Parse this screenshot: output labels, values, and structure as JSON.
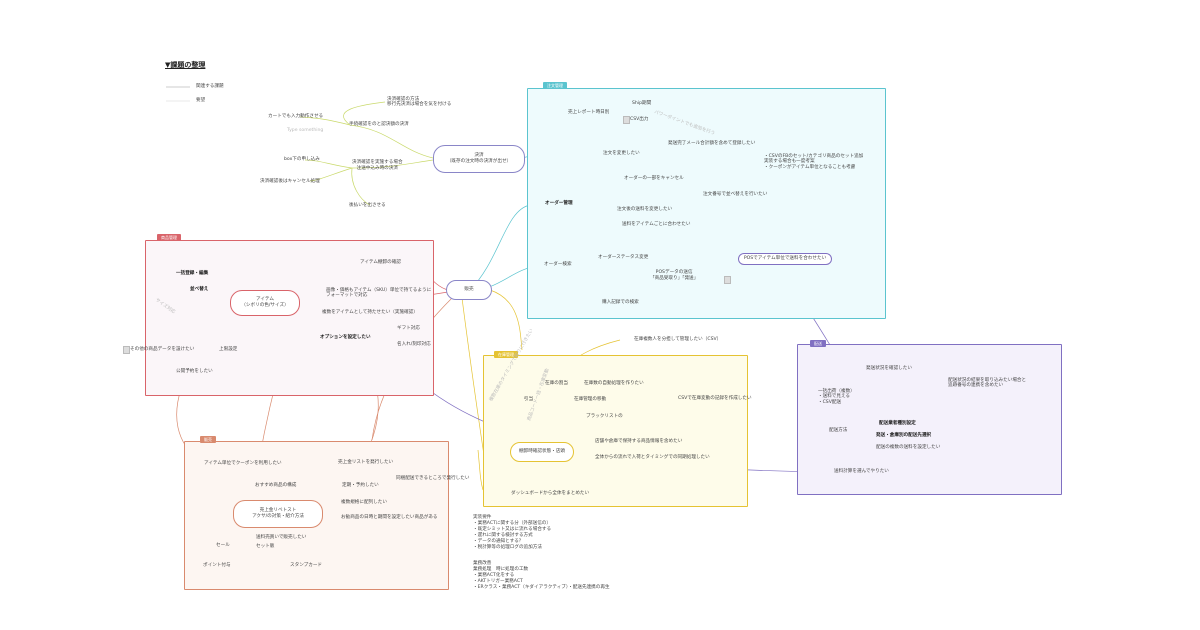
{
  "header": {
    "title": "▼課題の整理",
    "legend": [
      {
        "label": "関連する課題",
        "color": "#c8c8c8"
      },
      {
        "label": "要望",
        "color": "#e6e6e6"
      }
    ]
  },
  "frames": {
    "order": {
      "tag": "注文管理",
      "color": "#5bc4cf",
      "bg": "#eefbfd"
    },
    "product": {
      "tag": "商品管理",
      "color": "#d9646a",
      "bg": "#fbf6f9"
    },
    "inventory": {
      "tag": "在庫管理",
      "color": "#e5c333",
      "bg": "#fefcea"
    },
    "sales": {
      "tag": "販売",
      "color": "#d98a6e",
      "bg": "#fdf6f2"
    },
    "shipping": {
      "tag": "配送",
      "color": "#8070c2",
      "bg": "#f4f1fb"
    }
  },
  "hubs": {
    "payment": "決済\n（既存の注文時の決済が出せ）",
    "center": "販売",
    "item": "アイテム\n（シボリの色/サイズ）",
    "discount": "売上金リベトスト\nアクサ/の対策・紹介方法",
    "stock_count": "棚卸時確認状態・店頭"
  },
  "top_left": {
    "buy_then_explain": "決済確認の方法\n移行先決済は場合を気を付ける",
    "prepayment": "手続確認をのと認決額の決済",
    "cart": "カートでも入力動作させる",
    "consign": "Type something",
    "multi_pay": "決済確認を実施する場合\n注送中込み時の決済",
    "box": "box下の申し込み",
    "mismatch": "決済確認後はキャンセル処理",
    "pay_later": "後払いを出させる"
  },
  "order": {
    "sales_report": "売上レポート時日別",
    "ship_schedule": "Ship期間",
    "csv": "CSV出力",
    "rotated_note": "パワーポイントでも追加を行う",
    "cancel_reservation": "注文を変更したい",
    "email_cancel": "発送完了メール合計額を含めて登録したい",
    "order_mgmt": "オーダー管理",
    "order_cancel": "オーダーの一部をキャンセル",
    "partial_note": "・CSVのFBのセット/カテゴリ商品のセット追加\n実装する場合も一度考案\n・クーポンがアイテム単位となることも考慮",
    "return_handle": "注文番号で並べ替えを行いたい",
    "memo_change": "注文後の送料を変更したい",
    "item_change": "送料をアイテムごとに合わせたい",
    "pos_link": "POSでアイテム単位で送料を合わせたい",
    "order_search": "オーダー検索",
    "order_status": "オーダーステータス変更",
    "pos_note": "POSデータの送信\n「商品受取り」「発送」",
    "buyer_note": "購入記録での検索"
  },
  "product": {
    "inventory_check": "アイテム棚卸の確認",
    "bundle": "一括登録・編集",
    "reorder": "並べ替え",
    "rotated": "サイズ対応",
    "sku_note": "画像・価格もアイテム（SKU）単位で持てるように\nフォーマットで対応",
    "individual": "複数をアイテムとして持たせたい（実施確認）",
    "option": "オプションを設定したい",
    "gift": "ギフト対応",
    "name_print": "名入れ/刻印対応",
    "multi_sell": "上限設定",
    "note": "その他の商品データを設けたい",
    "schedule": "公開予約をしたい"
  },
  "sales": {
    "item_unit_coupon": "アイテム単位でクーポンを利用したい",
    "recommend": "おすすめ商品の構成",
    "popup_list": "売上金リストを発行したい",
    "stacked": "定期・予約したい",
    "stacked_note": "同梱配送できるところで発行したい",
    "bulk_edit": "複数規格に配列したい",
    "period_note": "お勧商品の日時と期間を設定したい商品がある",
    "sale": "セール",
    "set_sale": "送料売買いで販売したい",
    "set_sale2": "セット販",
    "point_issue": "ポイント付与",
    "stamp": "スタンプカード"
  },
  "inventory": {
    "ext_link": "在庫複数人を分担して管理したい（CSV）",
    "allocation": "在庫の割当",
    "restock": "引当",
    "restock_note": "在庫数の自動処理を作りたい",
    "csv_import": "CSVで在庫変動の記録を作成したい",
    "wh_list": "在庫管理の移動",
    "picklist": "ブラックリストの",
    "stock_move1": "店舗や倉庫で保持する商品情報を含めたい",
    "stock_move2": "全体からの流れで入荷とタイミングでの同期処理したい",
    "dashboard": "ダッシュボードから全体をまとめたい",
    "rot1": "複数在庫のタイミングで取りに行きたい",
    "rot2": "商品コード一括・在庫変動"
  },
  "shipping": {
    "status_change": "発送状況を確認したい",
    "list_title": "一括出荷（複数）\n・送料で見える\n・CSV配送",
    "tracking_note": "配送状況の結果を取り込みたい場合と\n追跡番号の連携を含めたい",
    "delivery_method": "配送方法",
    "method1": "配送業者種別設定",
    "method2": "発送・倉庫別の配送先選択",
    "method3": "配送の複数の送料を設定したい",
    "carrier_list": "送料計算を選んでやりたい"
  },
  "bottom_notes": {
    "block1": "実装要件\n・業務ACTに関する分（外部送信の）\n・既定シミット又はに流れる場合する\n・遅れに関する検討する方式\n・データの通知とする？\n・税計算等の処理ログの追加方法",
    "block2": "業務改善\n業務処理　時に処理の工数\n・業務ACT化をする\n・AKTトリガー業務ACT\n・ERクラス・業務ACT（キダイアラクティブ）・配送先連携の再生"
  }
}
